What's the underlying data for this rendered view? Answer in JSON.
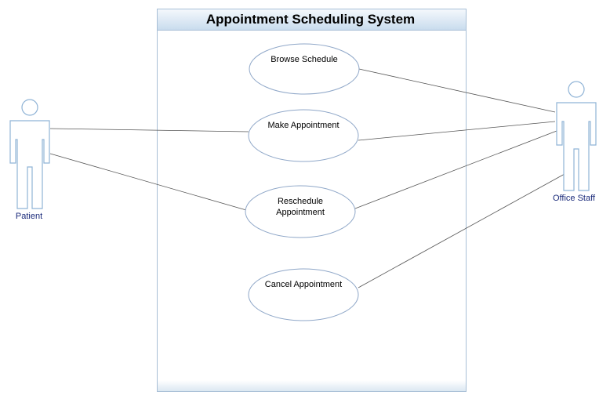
{
  "system": {
    "title": "Appointment Scheduling System"
  },
  "actors": {
    "patient": {
      "label": "Patient"
    },
    "office_staff": {
      "label": "Office Staff"
    }
  },
  "use_cases": {
    "browse_schedule": {
      "label": "Browse Schedule"
    },
    "make_appointment": {
      "label": "Make Appointment"
    },
    "reschedule_appointment": {
      "line1": "Reschedule",
      "line2": "Appointment"
    },
    "cancel_appointment": {
      "label": "Cancel Appointment"
    }
  },
  "associations": [
    {
      "actor": "Patient",
      "use_case": "Make Appointment"
    },
    {
      "actor": "Patient",
      "use_case": "Reschedule Appointment"
    },
    {
      "actor": "Office Staff",
      "use_case": "Browse Schedule"
    },
    {
      "actor": "Office Staff",
      "use_case": "Make Appointment"
    },
    {
      "actor": "Office Staff",
      "use_case": "Reschedule Appointment"
    },
    {
      "actor": "Office Staff",
      "use_case": "Cancel Appointment"
    }
  ],
  "colors": {
    "system_border": "#a8bfd6",
    "header_top": "#f4f8fc",
    "header_bottom": "#c9dcee",
    "actor_stroke": "#8fb3d6",
    "ellipse_stroke": "#8fa7c8",
    "line": "#555555"
  }
}
